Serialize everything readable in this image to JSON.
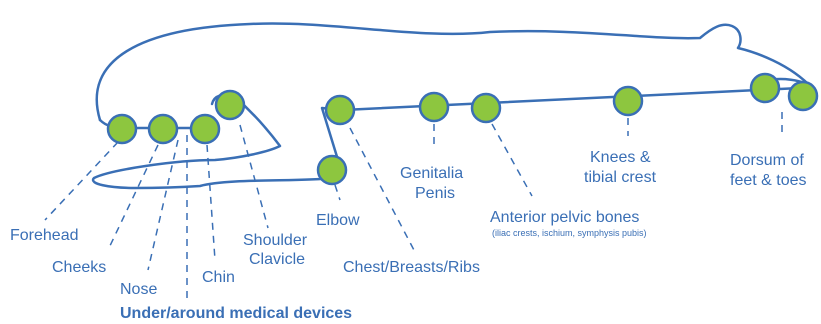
{
  "colors": {
    "outline": "#3a6fb5",
    "marker_fill": "#8dc63f",
    "label": "#3a6fb5"
  },
  "labels": {
    "forehead": "Forehead",
    "cheeks": "Cheeks",
    "nose": "Nose",
    "chin": "Chin",
    "shoulder": "Shoulder",
    "clavicle": "Clavicle",
    "elbow": "Elbow",
    "chest": "Chest/Breasts/Ribs",
    "genitalia": "Genitalia",
    "penis": "Penis",
    "pelvic": "Anterior pelvic bones",
    "pelvic_detail": "(iliac crests, ischium, symphysis pubis)",
    "knees": "Knees &",
    "tibial": "tibial crest",
    "dorsum": "Dorsum of",
    "feet": "feet & toes",
    "devices": "Under/around medical devices"
  }
}
